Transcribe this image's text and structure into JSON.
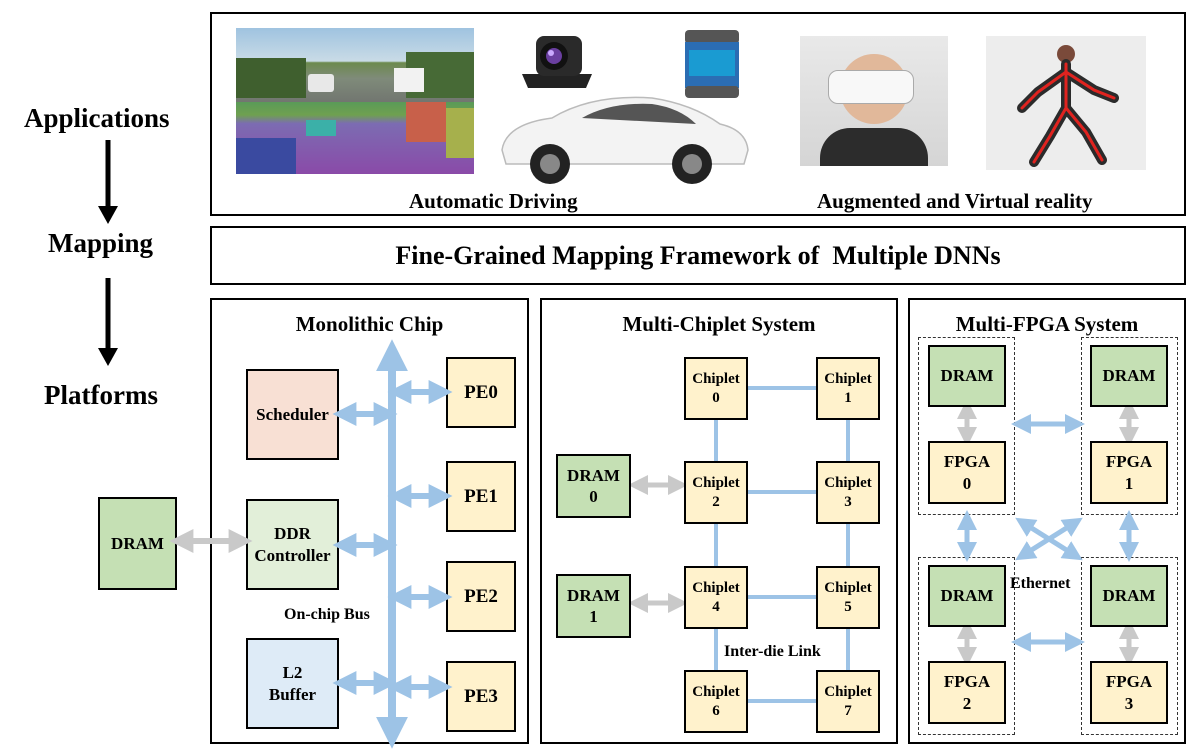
{
  "side_labels": {
    "applications": "Applications",
    "mapping": "Mapping",
    "platforms": "Platforms"
  },
  "applications": {
    "driving_caption": "Automatic Driving",
    "ar_vr_caption": "Augmented and Virtual reality"
  },
  "mapping_framework": "Fine-Grained Mapping Framework of  Multiple DNNs",
  "monolithic": {
    "title": "Monolithic Chip",
    "scheduler": "Scheduler",
    "ddr_line1": "DDR",
    "ddr_line2": "Controller",
    "l2_line1": "L2",
    "l2_line2": "Buffer",
    "bus_label": "On-chip Bus",
    "pe": [
      "PE0",
      "PE1",
      "PE2",
      "PE3"
    ],
    "external_dram": "DRAM"
  },
  "chiplet": {
    "title": "Multi-Chiplet System",
    "chiplet_label": "Chiplet",
    "ids": [
      "0",
      "1",
      "2",
      "3",
      "4",
      "5",
      "6",
      "7"
    ],
    "dram_label": "DRAM",
    "dram_ids": [
      "0",
      "1"
    ],
    "link_label": "Inter-die Link"
  },
  "fpga": {
    "title": "Multi-FPGA System",
    "dram_label": "DRAM",
    "fpga_label": "FPGA",
    "ids": [
      "0",
      "1",
      "2",
      "3"
    ],
    "ethernet_label": "Ethernet"
  },
  "colors": {
    "arrow_blue": "#9dc3e6",
    "arrow_gray": "#c9c9c9",
    "pe_yellow": "#fff2cc",
    "dram_green": "#c5e0b4"
  }
}
